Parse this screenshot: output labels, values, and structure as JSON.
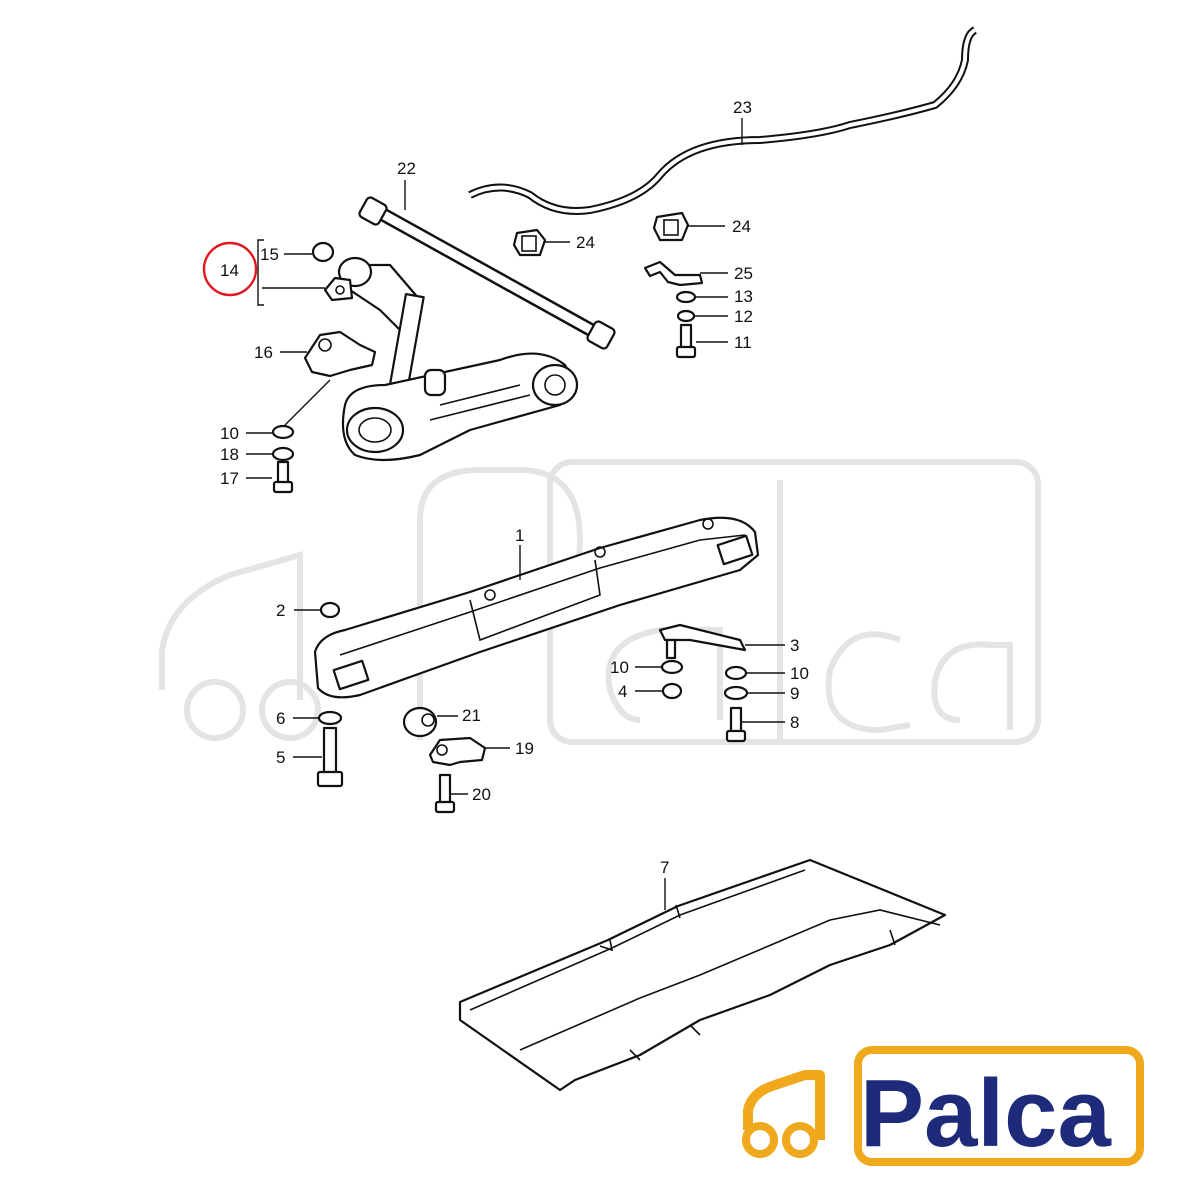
{
  "diagram": {
    "highlight_color": "#e0191e",
    "callouts": [
      {
        "id": "c14",
        "text": "14",
        "highlighted": true
      },
      {
        "id": "c15",
        "text": "15"
      },
      {
        "id": "c16",
        "text": "16"
      },
      {
        "id": "c10a",
        "text": "10"
      },
      {
        "id": "c18",
        "text": "18"
      },
      {
        "id": "c17",
        "text": "17"
      },
      {
        "id": "c22",
        "text": "22"
      },
      {
        "id": "c23",
        "text": "23"
      },
      {
        "id": "c24a",
        "text": "24"
      },
      {
        "id": "c24b",
        "text": "24"
      },
      {
        "id": "c25",
        "text": "25"
      },
      {
        "id": "c13",
        "text": "13"
      },
      {
        "id": "c12",
        "text": "12"
      },
      {
        "id": "c11",
        "text": "11"
      },
      {
        "id": "c1",
        "text": "1"
      },
      {
        "id": "c2",
        "text": "2"
      },
      {
        "id": "c3",
        "text": "3"
      },
      {
        "id": "c10b",
        "text": "10"
      },
      {
        "id": "c10c",
        "text": "10"
      },
      {
        "id": "c4",
        "text": "4"
      },
      {
        "id": "c9",
        "text": "9"
      },
      {
        "id": "c6",
        "text": "6"
      },
      {
        "id": "c21",
        "text": "21"
      },
      {
        "id": "c8",
        "text": "8"
      },
      {
        "id": "c19",
        "text": "19"
      },
      {
        "id": "c5",
        "text": "5"
      },
      {
        "id": "c20",
        "text": "20"
      },
      {
        "id": "c7",
        "text": "7"
      }
    ]
  },
  "logo": {
    "text": "Palca",
    "brand_color": "#1e2a7a",
    "accent_color": "#f0a81c",
    "icon": "truck-icon"
  }
}
